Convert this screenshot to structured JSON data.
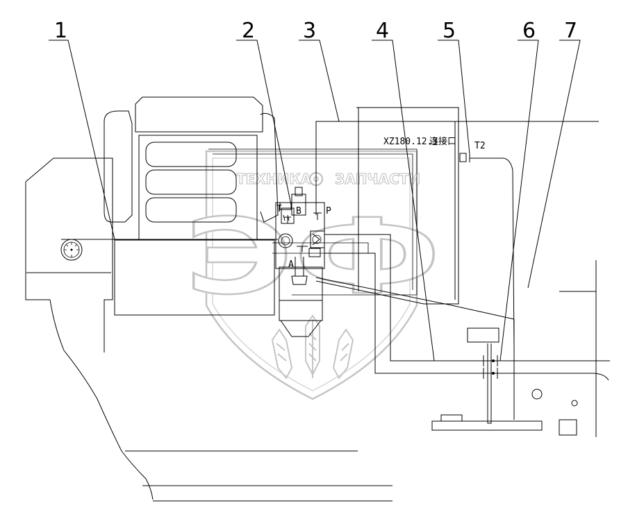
{
  "callouts": [
    "1",
    "2",
    "3",
    "4",
    "5",
    "6",
    "7"
  ],
  "labels": {
    "part_code": "XZ180.12.3",
    "part_suffix": "连接口",
    "port_t2": "T2",
    "valve_port_t": "T",
    "valve_port_b": "B",
    "valve_port_p": "P",
    "valve_port_a": "A"
  },
  "watermark": {
    "left_text": "ТЕХНИКА",
    "right_text": "ЗАПЧАСТИ",
    "letters": "ЭФ",
    "stroke_color": "#c4c4c4"
  }
}
